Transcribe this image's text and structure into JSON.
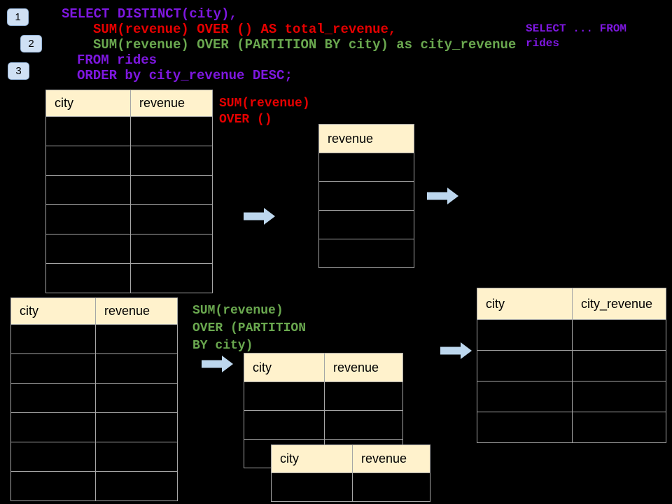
{
  "colors": {
    "background": "#000000",
    "purple": "#7E17E0",
    "red": "#E60000",
    "green": "#6AA84F",
    "table-header-bg": "#FFF2CC",
    "table-border": "#A6A6A6",
    "arrow-fill": "#BDD7EE",
    "badge-bg": "#CFE0F4",
    "badge-border": "#98B6D9"
  },
  "badges": [
    {
      "label": "1"
    },
    {
      "label": "2"
    },
    {
      "label": "3"
    }
  ],
  "sql_code": {
    "lines": [
      {
        "text": "SELECT DISTINCT(city),",
        "color": "purple"
      },
      {
        "text": "SUM(revenue) OVER () AS total_revenue,",
        "color": "red"
      },
      {
        "text": "SUM(revenue) OVER (PARTITION BY city) as city_revenue",
        "color": "green"
      },
      {
        "text": "FROM rides",
        "color": "purple"
      },
      {
        "text": "ORDER by city_revenue DESC;",
        "color": "purple"
      }
    ]
  },
  "side_note": {
    "lines": [
      {
        "text": "SELECT ... FROM",
        "color": "purple"
      },
      {
        "text": "rides",
        "color": "purple"
      }
    ]
  },
  "total_revenue_note": {
    "lines": [
      {
        "text": "SUM(revenue)",
        "color": "red"
      },
      {
        "text": "OVER ()",
        "color": "red"
      }
    ]
  },
  "city_revenue_note": {
    "lines": [
      {
        "text": "SUM(revenue)",
        "color": "green"
      },
      {
        "text": "OVER (PARTITION",
        "color": "green"
      },
      {
        "text": "BY city)",
        "color": "green"
      }
    ]
  },
  "tables": {
    "source_top": {
      "headers": [
        "city",
        "revenue"
      ],
      "empty_rows": 6
    },
    "total_result": {
      "headers": [
        "revenue"
      ],
      "empty_rows": 4
    },
    "source_bottom": {
      "headers": [
        "city",
        "revenue"
      ],
      "empty_rows": 6
    },
    "partition_step": {
      "headers": [
        "city",
        "revenue"
      ],
      "empty_rows": 3
    },
    "partition_step_overlay": {
      "headers": [
        "city",
        "revenue"
      ],
      "empty_rows": 1
    },
    "final_result": {
      "headers": [
        "city",
        "city_revenue"
      ],
      "empty_rows": 4
    }
  }
}
